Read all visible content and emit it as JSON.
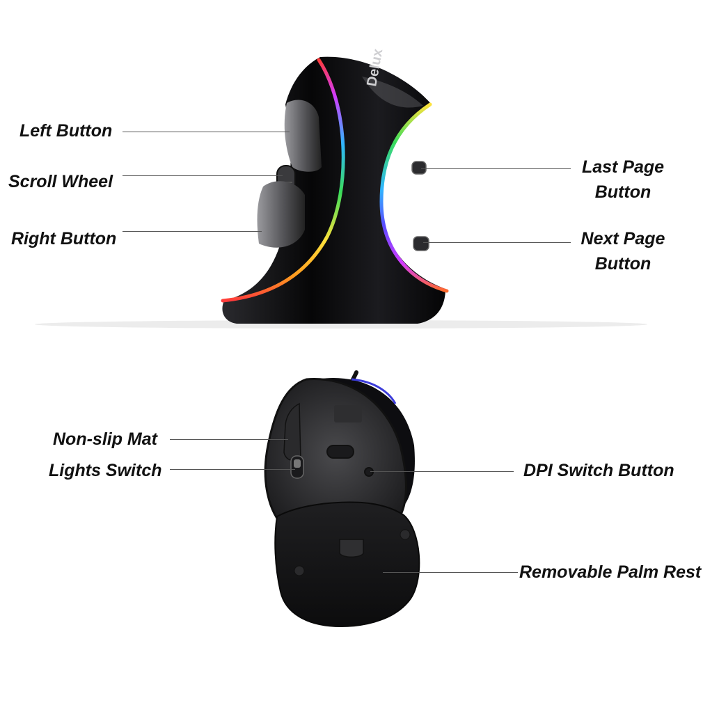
{
  "top_mouse": {
    "brand": "Delux",
    "labels": {
      "left_button": "Left Button",
      "scroll_wheel": "Scroll Wheel",
      "right_button": "Right Button",
      "last_page_line1": "Last Page",
      "last_page_line2": "Button",
      "next_page_line1": "Next Page",
      "next_page_line2": "Button"
    }
  },
  "bottom_mouse": {
    "labels": {
      "non_slip_mat": "Non-slip Mat",
      "lights_switch": "Lights Switch",
      "dpi_switch": "DPI Switch Button",
      "palm_rest": "Removable Palm Rest"
    }
  },
  "colors": {
    "body": "#0b0b0d",
    "underside": "#3a3a3c",
    "rgb_strip": [
      "#ff3b3b",
      "#ff9a1f",
      "#ffe23b",
      "#3bdc5a",
      "#2fb7ff",
      "#5a4bff",
      "#d23bff"
    ]
  }
}
